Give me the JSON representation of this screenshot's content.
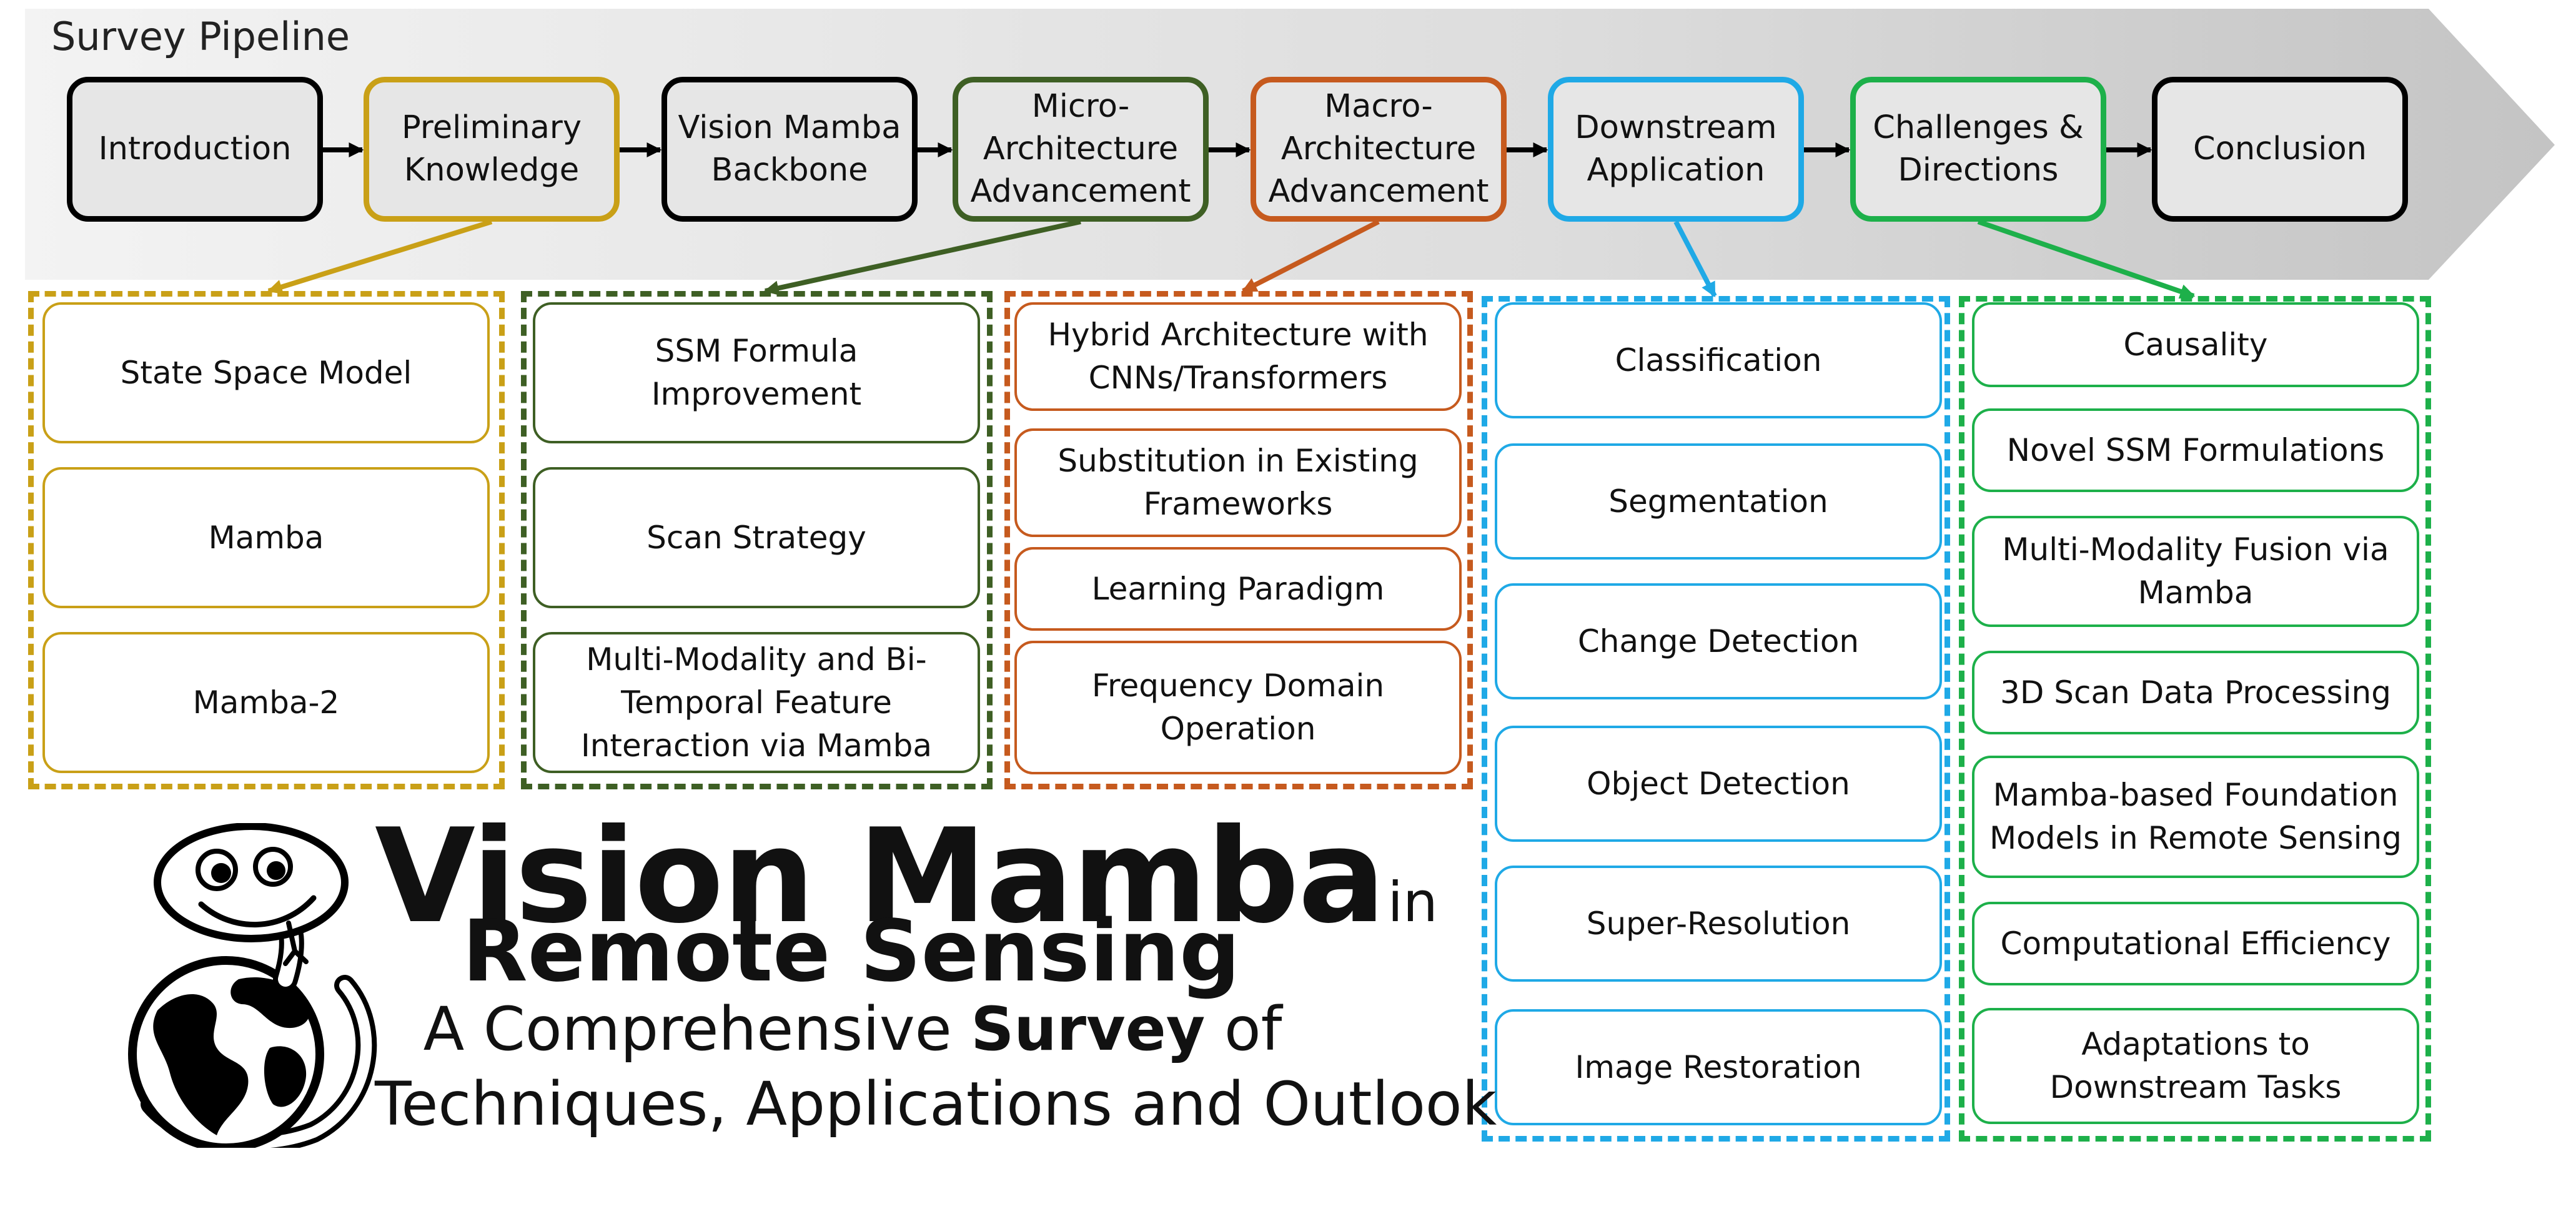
{
  "pipeline": {
    "title": "Survey Pipeline",
    "stages": [
      {
        "label": "Introduction",
        "color": "#000000"
      },
      {
        "label": "Preliminary Knowledge",
        "color": "#C9A017"
      },
      {
        "label": "Vision Mamba Backbone",
        "color": "#000000"
      },
      {
        "label": "Micro-Architecture Advancement",
        "color": "#3E5F24"
      },
      {
        "label": "Macro-Architecture Advancement",
        "color": "#C65A1E"
      },
      {
        "label": "Downstream Application",
        "color": "#1FA9E6"
      },
      {
        "label": "Challenges & Directions",
        "color": "#1DB04A"
      },
      {
        "label": "Conclusion",
        "color": "#000000"
      }
    ]
  },
  "groups": {
    "preliminary": {
      "color": "#C9A017",
      "items": [
        "State Space Model",
        "Mamba",
        "Mamba-2"
      ]
    },
    "micro": {
      "color": "#3E5F24",
      "items": [
        "SSM Formula Improvement",
        "Scan Strategy",
        "Multi-Modality and Bi-Temporal Feature Interaction via Mamba"
      ]
    },
    "macro": {
      "color": "#C65A1E",
      "items": [
        "Hybrid Architecture with CNNs/Transformers",
        "Substitution in Existing Frameworks",
        "Learning Paradigm",
        "Frequency Domain Operation"
      ]
    },
    "downstream": {
      "color": "#1FA9E6",
      "items": [
        "Classification",
        "Segmentation",
        "Change Detection",
        "Object Detection",
        "Super-Resolution",
        "Image Restoration"
      ]
    },
    "challenges": {
      "color": "#1DB04A",
      "items": [
        "Causality",
        "Novel SSM Formulations",
        "Multi-Modality Fusion via Mamba",
        "3D Scan Data Processing",
        "Mamba-based Foundation Models in Remote Sensing",
        "Computational Efficiency",
        "Adaptations to Downstream Tasks"
      ]
    }
  },
  "hero": {
    "title_main": "Vision Mamba",
    "title_in": "in",
    "title_sub": "Remote Sensing",
    "line2_a": "A Comprehensive ",
    "line2_bold": "Survey",
    "line2_b": " of",
    "line3": "Techniques, Applications and Outlook"
  }
}
